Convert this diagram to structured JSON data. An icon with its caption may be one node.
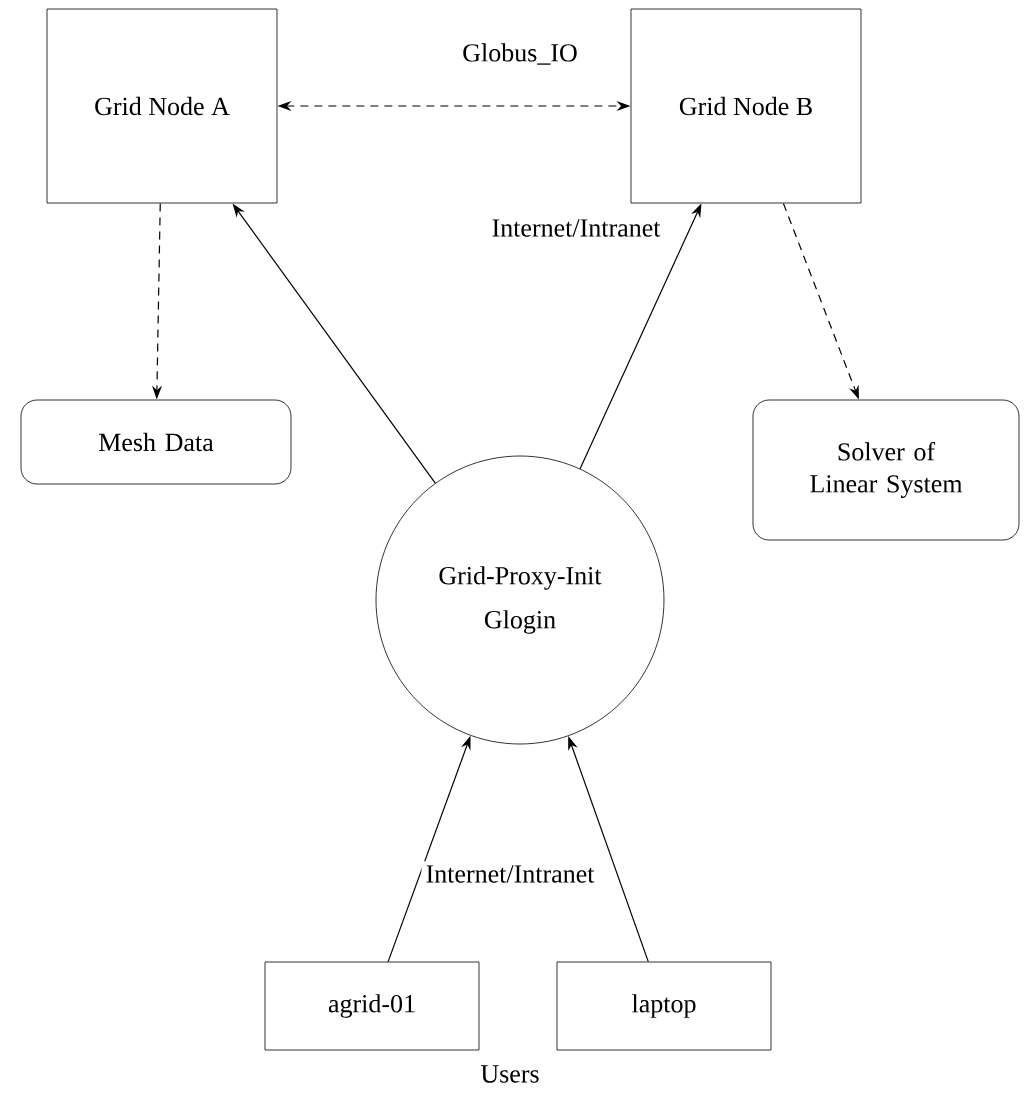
{
  "diagram": {
    "nodes": [
      {
        "text": [
          "Grid Node A"
        ]
      },
      {
        "text": [
          "Grid Node B"
        ]
      },
      {
        "text": [
          "Mesh Data"
        ]
      },
      {
        "text": [
          "Solver of Linear System"
        ]
      },
      {
        "text": [
          "Grid-Proxy-Init",
          "Glogin"
        ]
      },
      {
        "text": [
          "agrid-01"
        ]
      },
      {
        "text": [
          "laptop"
        ]
      }
    ],
    "edges": [
      {
        "from": 0,
        "to": 1,
        "arrow": "both",
        "style": "dashed",
        "label": "Globus_IO"
      },
      {
        "from": 0,
        "to": 2,
        "arrow": "to",
        "style": "dashed"
      },
      {
        "from": 1,
        "to": 3,
        "arrow": "to",
        "style": "dashed"
      },
      {
        "from": 4,
        "to": 0,
        "arrow": "to"
      },
      {
        "from": 4,
        "to": 1,
        "arrow": "to",
        "label": "Internet/Intranet"
      },
      {
        "from": 5,
        "to": 4,
        "arrow": "to",
        "label": "Internet/Intranet"
      },
      {
        "from": 6,
        "to": 4,
        "arrow": "to"
      }
    ],
    "labels": [
      "Users"
    ]
  }
}
